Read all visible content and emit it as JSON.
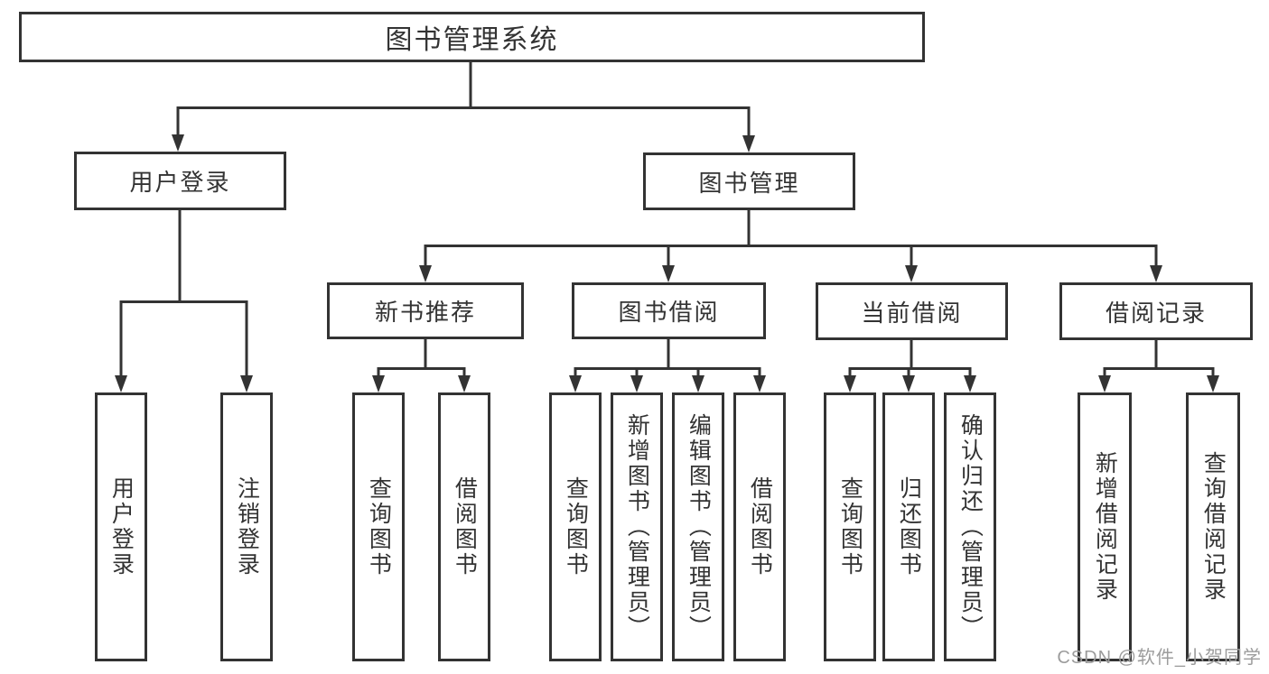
{
  "colors": {
    "stroke": "#333333",
    "box_background": "#ffffff",
    "watermark_gray": "#9c9c9c"
  },
  "watermark": {
    "text": "CSDN @软件_小贺同学"
  },
  "tree": {
    "root": {
      "label": "图书管理系统",
      "children": [
        {
          "label": "用户登录",
          "children": [
            {
              "label": "用户登录"
            },
            {
              "label": "注销登录"
            }
          ]
        },
        {
          "label": "图书管理",
          "children": [
            {
              "label": "新书推荐",
              "children": [
                {
                  "label": "查询图书"
                },
                {
                  "label": "借阅图书"
                }
              ]
            },
            {
              "label": "图书借阅",
              "children": [
                {
                  "label": "查询图书"
                },
                {
                  "label": "新增图书（管理员）"
                },
                {
                  "label": "编辑图书（管理员）"
                },
                {
                  "label": "借阅图书"
                }
              ]
            },
            {
              "label": "当前借阅",
              "children": [
                {
                  "label": "查询图书"
                },
                {
                  "label": "归还图书"
                },
                {
                  "label": "确认归还（管理员）"
                }
              ]
            },
            {
              "label": "借阅记录",
              "children": [
                {
                  "label": "新增借阅记录"
                },
                {
                  "label": "查询借阅记录"
                }
              ]
            }
          ]
        }
      ]
    }
  }
}
